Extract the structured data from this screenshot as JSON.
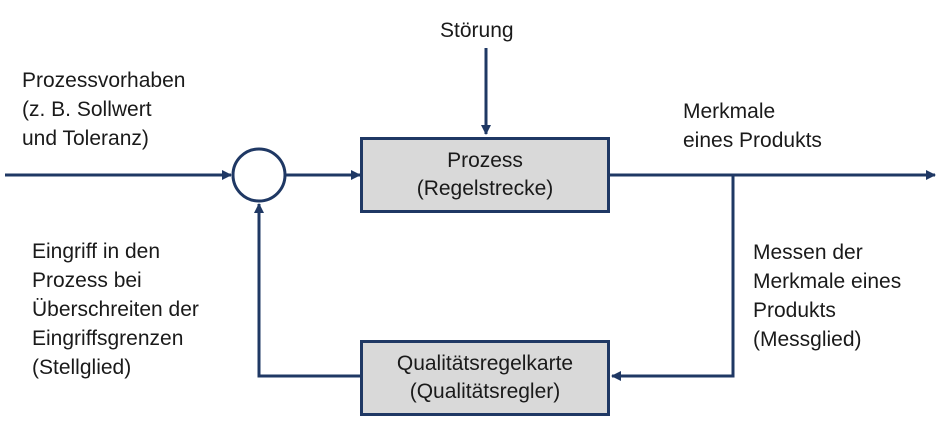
{
  "colors": {
    "line": "#1f3864",
    "box_fill": "#d9d9d9",
    "text": "#1a1a1a",
    "background": "#ffffff"
  },
  "labels": {
    "disturbance": "Störung",
    "input": "Prozessvorhaben\n(z. B. Sollwert\nund Toleranz)",
    "output": "Merkmale\neines Produkts",
    "intervention": "Eingriff in den\nProzess bei\nÜberschreiten der\nEingriffsgrenzen\n(Stellglied)",
    "measurement": "Messen der\nMerkmale eines\nProdukts\n(Messglied)"
  },
  "process_box": {
    "line1": "Prozess",
    "line2": "(Regelstrecke)"
  },
  "controller_box": {
    "line1": "Qualitätsregelkarte",
    "line2": "(Qualitätsregler)"
  }
}
